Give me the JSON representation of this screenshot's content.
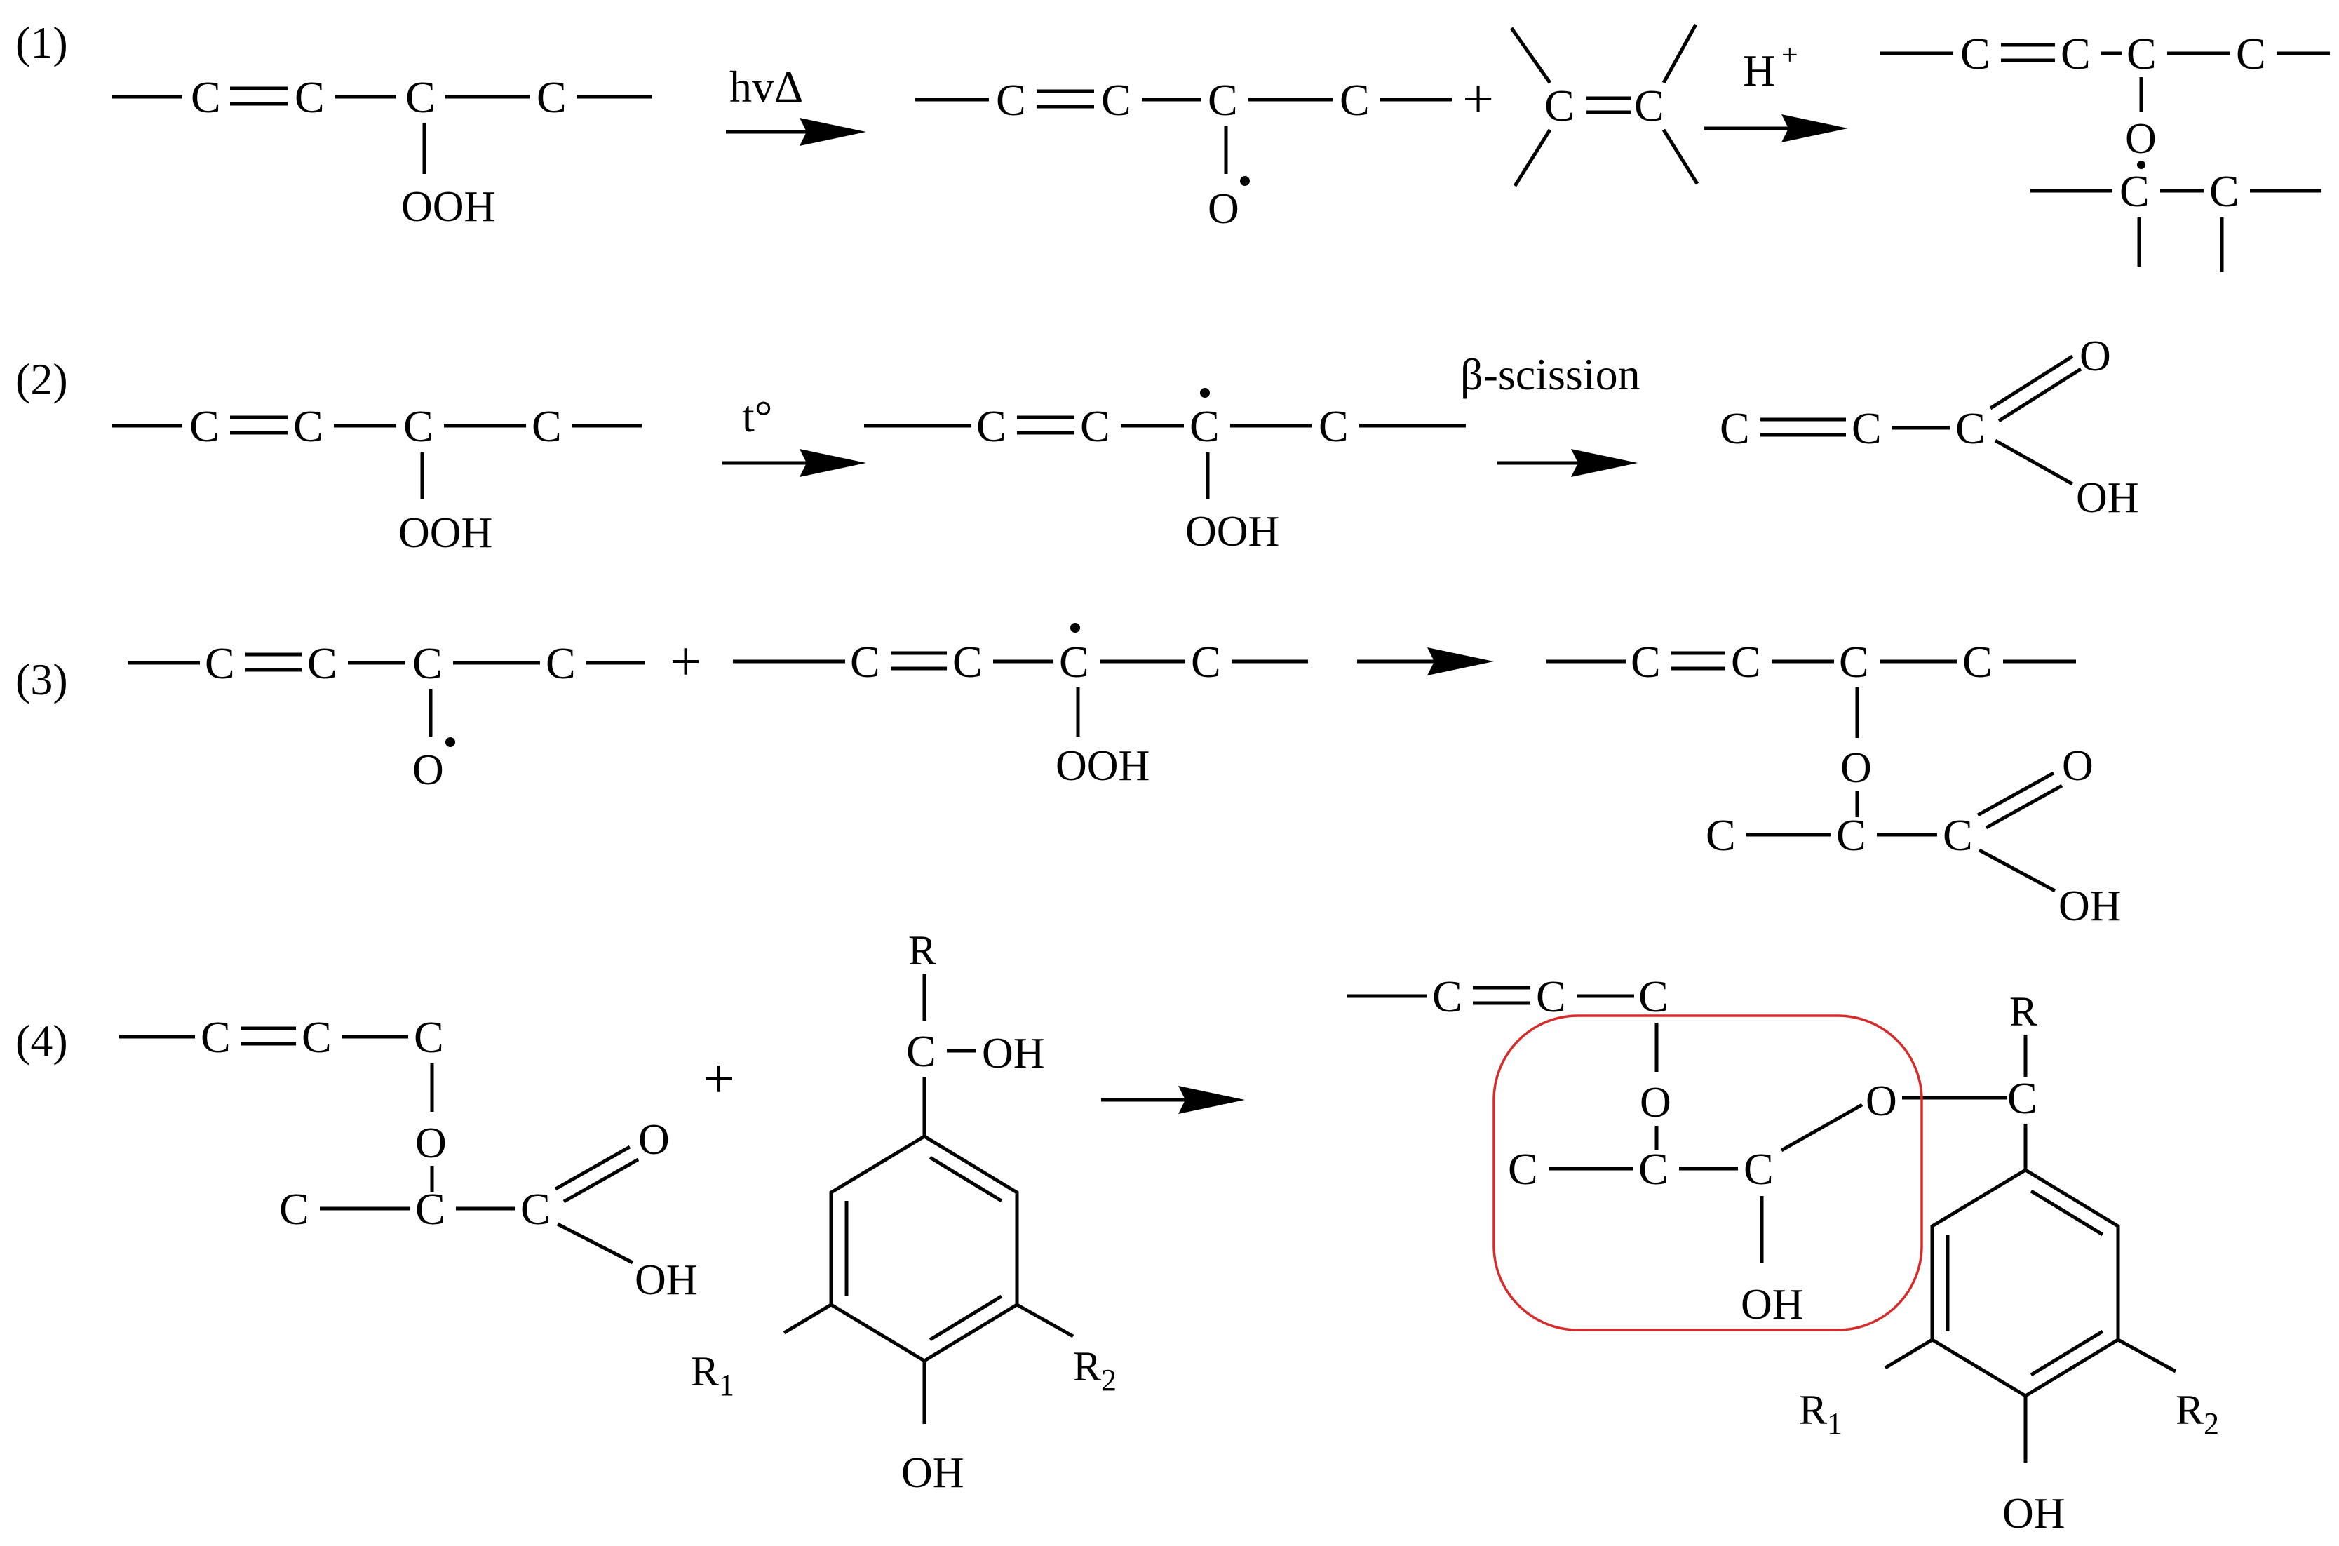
{
  "colors": {
    "ink": "#000000",
    "highlight": "#d62b2b",
    "background": "#ffffff"
  },
  "steps": [
    {
      "number": "(1)",
      "reactant": {
        "atoms": [
          "C",
          "C",
          "C",
          "C"
        ],
        "substituent": "OOH"
      },
      "arrow_label": "hvΔ",
      "intermediate": {
        "atoms": [
          "C",
          "C",
          "C",
          "C"
        ],
        "substituent": "O"
      },
      "plus": "+",
      "alkene": {
        "atoms": [
          "C",
          "C"
        ]
      },
      "arrow2_label": "H",
      "arrow2_superscript": "+",
      "product": {
        "atoms": [
          "C",
          "C",
          "C",
          "C"
        ],
        "bridge": "O",
        "lower_atoms": [
          "C",
          "C"
        ]
      }
    },
    {
      "number": "(2)",
      "reactant": {
        "atoms": [
          "C",
          "C",
          "C",
          "C"
        ],
        "substituent": "OOH"
      },
      "arrow_label": "t°",
      "intermediate": {
        "atoms": [
          "C",
          "C",
          "C",
          "C"
        ],
        "substituent": "OOH"
      },
      "arrow2_label": "β-scission",
      "product": {
        "atoms": [
          "C",
          "C",
          "C"
        ],
        "carbonyl_o": "O",
        "hydroxyl": "OH"
      }
    },
    {
      "number": "(3)",
      "reactant_a": {
        "atoms": [
          "C",
          "C",
          "C",
          "C"
        ],
        "substituent": "O"
      },
      "plus": "+",
      "reactant_b": {
        "atoms": [
          "C",
          "C",
          "C",
          "C"
        ],
        "substituent": "OOH"
      },
      "product": {
        "atoms": [
          "C",
          "C",
          "C",
          "C"
        ],
        "bridge": "O",
        "lower_atoms": [
          "C",
          "C",
          "C"
        ],
        "carbonyl_o": "O",
        "hydroxyl": "OH"
      }
    },
    {
      "number": "(4)",
      "reactant_a": {
        "atoms": [
          "C",
          "C",
          "C"
        ],
        "bridge": "O",
        "lower_atoms": [
          "C",
          "C",
          "C"
        ],
        "carbonyl_o": "O",
        "hydroxyl": "OH"
      },
      "plus": "+",
      "phenol": {
        "r": "R",
        "carbon": "C",
        "hydroxyl": "OH",
        "r1": "R",
        "r1_sub": "1",
        "r2": "R",
        "r2_sub": "2",
        "ring_oh": "OH"
      },
      "product": {
        "atoms": [
          "C",
          "C",
          "C"
        ],
        "bridge": "O",
        "lower_atoms": [
          "C",
          "C",
          "C"
        ],
        "ether_o": "O",
        "hydroxyl": "OH",
        "r": "R",
        "carbon": "C",
        "r1": "R",
        "r1_sub": "1",
        "r2": "R",
        "r2_sub": "2",
        "ring_oh": "OH"
      }
    }
  ]
}
